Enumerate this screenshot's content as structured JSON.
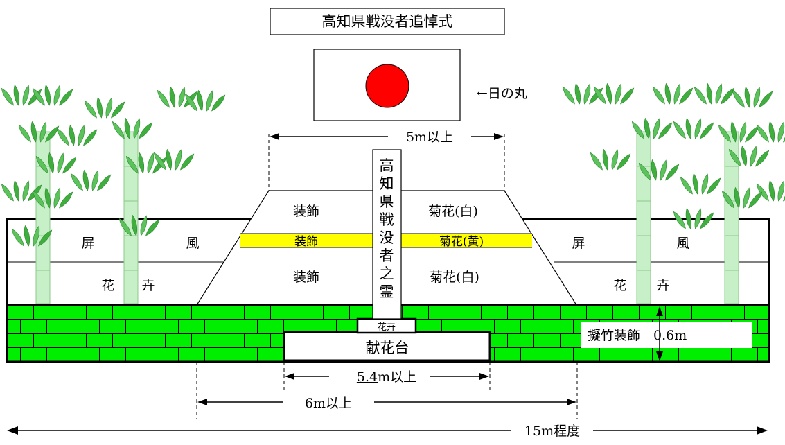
{
  "title": "高知県戦没者追悼式",
  "flag_label": "←日の丸",
  "flag_colors": {
    "field": "#ffffff",
    "sun": "#ff0000"
  },
  "altar_top_width": "5m以上",
  "altar_rows": {
    "top": {
      "left": "装飾",
      "right": "菊花(白)"
    },
    "middle": {
      "left": "装飾",
      "right": "菊花(黄)"
    },
    "bottom": {
      "left": "装飾",
      "right": "菊花(白)"
    }
  },
  "pillar_text": [
    "高",
    "知",
    "県",
    "戦",
    "没",
    "者",
    "之",
    "霊"
  ],
  "screen_left": {
    "upper": [
      "屏",
      "風"
    ],
    "lower": [
      "花",
      "卉"
    ]
  },
  "screen_right": {
    "upper": [
      "屏",
      "風"
    ],
    "lower": [
      "花",
      "卉"
    ]
  },
  "flower_box": "花卉",
  "offering_table": "献花台",
  "bamboo_decoration": "擬竹装飾　0.6m",
  "dim_offering": {
    "underlined": "5.4",
    "rest": "m以上"
  },
  "dim_base": "6m以上",
  "dim_total": "15m程度",
  "colors": {
    "stage_green": "#00ee00",
    "yellow_band": "#ffff00",
    "bamboo": "#c8f0c8",
    "leaf": "#4cb84c"
  },
  "icons": [
    "bamboo-icon"
  ]
}
